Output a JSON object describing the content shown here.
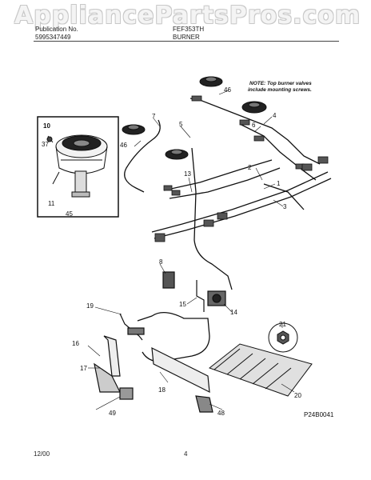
{
  "watermark": "AppliancePartsPros.com",
  "header": {
    "left_line1": "Publication No.",
    "left_line2": "5995347449",
    "right_line1": "FEF353TH",
    "right_line2": "BURNER"
  },
  "diagram": {
    "note_line1": "NOTE: Top burner valves",
    "note_line2": "include mounting screws.",
    "inset_label": "10",
    "part_number": "P24B0041",
    "callouts": [
      "1",
      "2",
      "3",
      "4",
      "5",
      "6",
      "7",
      "8",
      "11",
      "13",
      "14",
      "15",
      "16",
      "17",
      "18",
      "19",
      "20",
      "21",
      "37",
      "45",
      "46",
      "46",
      "48",
      "49"
    ]
  },
  "footer": {
    "date": "12/00",
    "page": "4"
  }
}
